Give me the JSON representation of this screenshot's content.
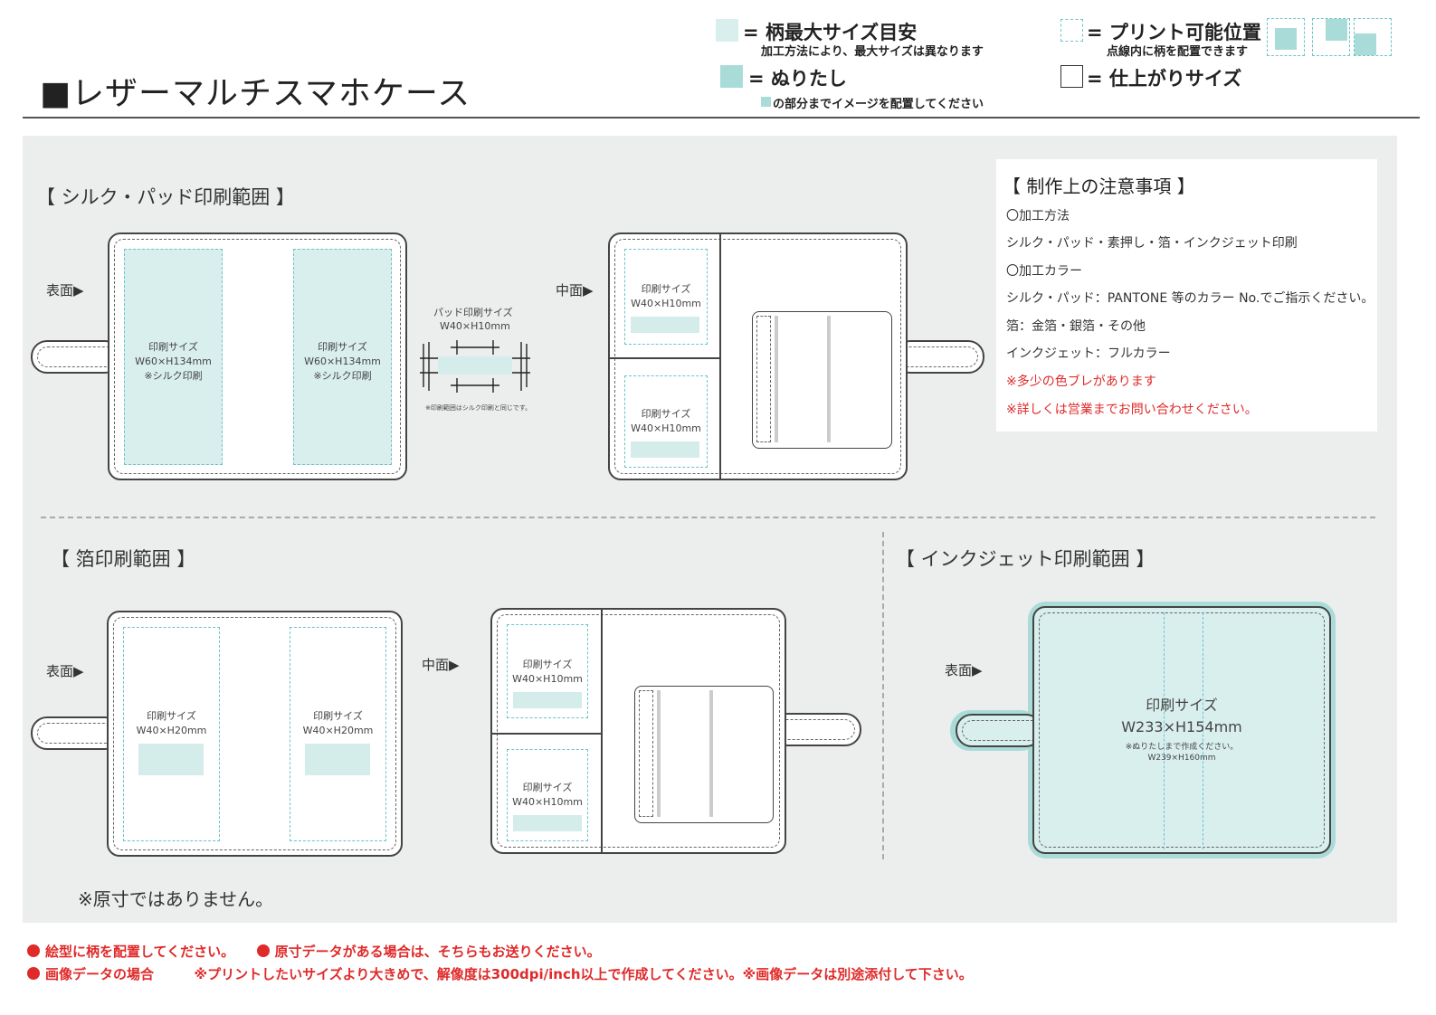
{
  "title": "■レザーマルチスマホケース",
  "legend": {
    "max_size": "= 柄最大サイズ目安",
    "max_size_note": "加工方法により、最大サイズは異なります",
    "bleed": "= ぬりたし",
    "bleed_note": "の部分までイメージを配置してください",
    "print_position": "= プリント可能位置",
    "print_position_note": "点線内に柄を配置できます",
    "finish_size": "= 仕上がりサイズ"
  },
  "silk_section": {
    "title": "【 シルク・パッド印刷範囲 】",
    "front_label": "表面▶",
    "inner_label": "中面▶",
    "front_zone": [
      "印刷サイズ",
      "W60×H134mm",
      "※シルク印刷"
    ],
    "pad": {
      "title": "パッド印刷サイズ",
      "size": "W40×H10mm",
      "note": "※印刷範囲はシルク印刷と同じです。"
    },
    "inner_zone": [
      "印刷サイズ",
      "W40×H10mm"
    ]
  },
  "foil_section": {
    "title": "【 箔印刷範囲 】",
    "front_label": "表面▶",
    "inner_label": "中面▶",
    "front_zone": [
      "印刷サイズ",
      "W40×H20mm"
    ],
    "inner_zone": [
      "印刷サイズ",
      "W40×H10mm"
    ]
  },
  "inkjet_section": {
    "title": "【 インクジェット印刷範囲 】",
    "front_label": "表面▶",
    "size_title": "印刷サイズ",
    "size": "W233×H154mm",
    "bleed_note": "※ぬりたしまで作成ください。",
    "bleed_size": "W239×H160mm"
  },
  "notes": {
    "title": "【 制作上の注意事項 】",
    "items": [
      {
        "text": "〇加工方法",
        "red": false
      },
      {
        "text": "シルク・パッド・素押し・箔・インクジェット印刷",
        "red": false
      },
      {
        "text": "〇加工カラー",
        "red": false
      },
      {
        "text": "シルク・パッド：PANTONE 等のカラー No.でご指示ください。",
        "red": false
      },
      {
        "text": "箔：金箔・銀箔・その他",
        "red": false
      },
      {
        "text": "インクジェット：フルカラー",
        "red": false
      },
      {
        "text": "※多少の色ブレがあります",
        "red": true
      },
      {
        "text": "※詳しくは営業までお問い合わせください。",
        "red": true
      }
    ]
  },
  "not_actual_size": "※原寸ではありません。",
  "footer": {
    "line1_a": "絵型に柄を配置してください。",
    "line1_b": "原寸データがある場合は、そちらもお送りください。",
    "line2_a": "画像データの場合",
    "line2_b": "※プリントしたいサイズより大きめで、解像度は300dpi/inch以上で作成してください。※画像データは別途添付して下さい。"
  },
  "colors": {
    "zone_border": "#6cc3c9",
    "zone_fill": "#d9efee",
    "bleed_fill": "#a9dcd9",
    "red": "#e02a2a",
    "panel": "#eceded"
  }
}
